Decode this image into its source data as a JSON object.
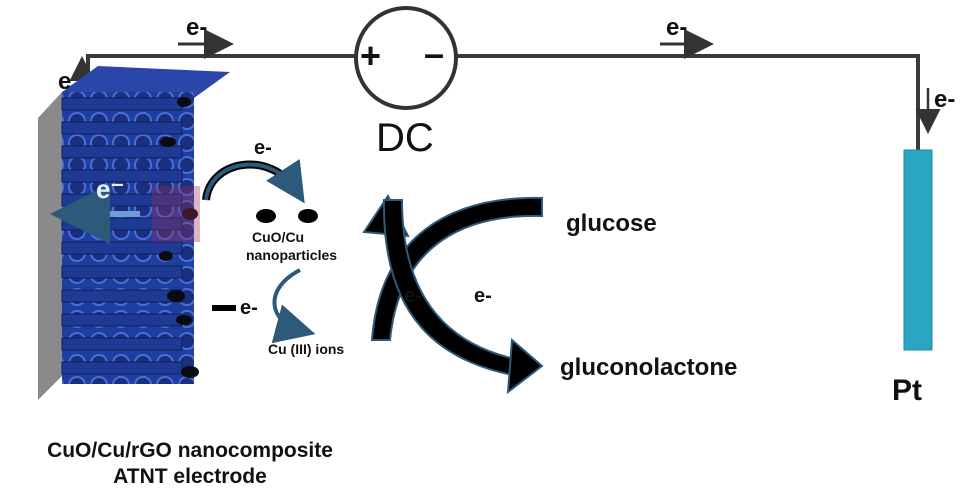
{
  "labels": {
    "e_top_left": "e-",
    "e_top_right": "e-",
    "e_up": "e",
    "e_down": "e-",
    "dc": "DC",
    "plus": "+",
    "minus": "–",
    "electrode_e": "e⁻",
    "e_upper_curve": "e-",
    "cuo_cu_np_line1": "CuO/Cu",
    "cuo_cu_np_line2": "nanoparticles",
    "e_mid": "e-",
    "cu_iii": "Cu (III) ions",
    "e_cross_left": "e-",
    "e_cross_right": "e-",
    "glucose": "glucose",
    "gluconolactone": "gluconolactone",
    "pt": "Pt",
    "caption_line1": "CuO/Cu/rGO nanocomposite",
    "caption_line2": "ATNT electrode"
  },
  "colors": {
    "wire": "#3a3a3a",
    "electrode_blue": "#1f3fa0",
    "electrode_dark": "#0c1a52",
    "electrode_edge": "#8a8a8a",
    "pt_cyan": "#2aa6c2",
    "arrow_blue": "#2d5a7a",
    "arrow_black": "#000000"
  }
}
